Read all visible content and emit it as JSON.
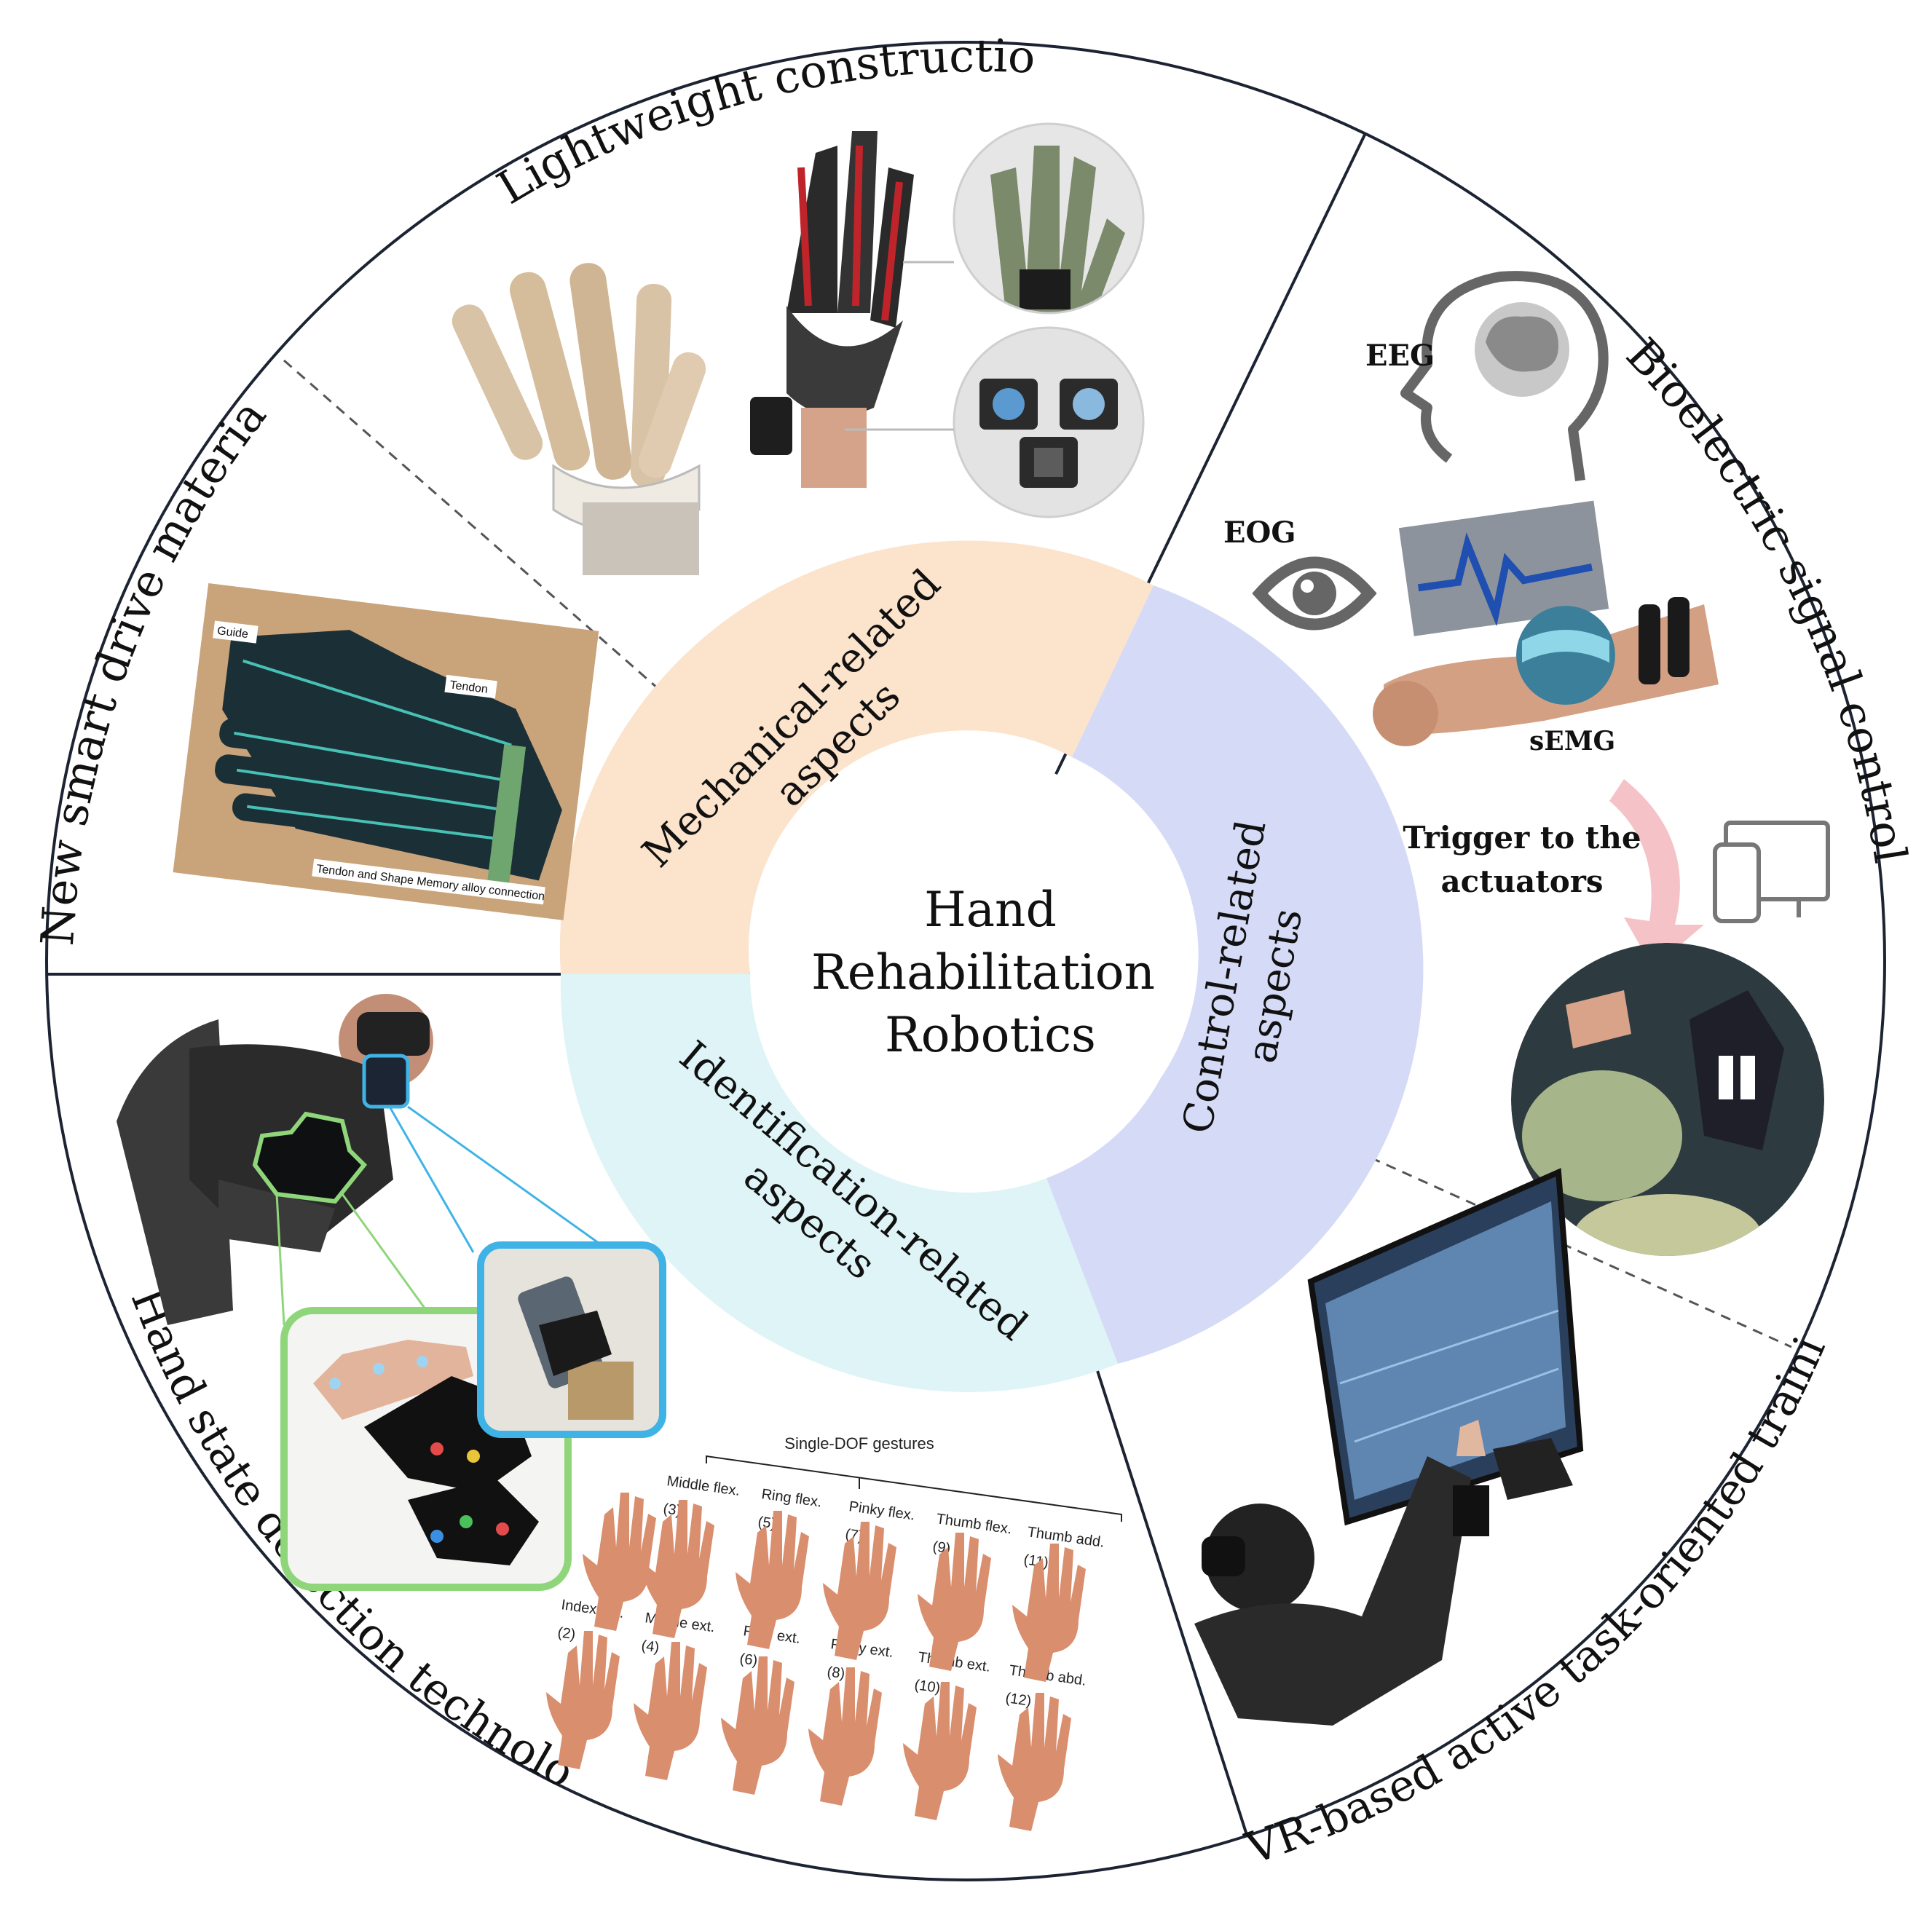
{
  "center": {
    "line1": "Hand",
    "line2": "Rehabilitation",
    "line3": "Robotics"
  },
  "aspects": {
    "mechanical": {
      "line1": "Mechanical-related",
      "line2": "aspects",
      "color": "#fbe3cc"
    },
    "control": {
      "line1": "Control-related",
      "line2": "aspects",
      "color": "#d5daf7"
    },
    "identification": {
      "line1": "Identification-related",
      "line2": "aspects",
      "color": "#def4f6"
    }
  },
  "outer_labels": {
    "lightweight": "Lightweight construction",
    "smart_drive": "New smart drive materials",
    "bioelectric": "Bioelectric signal control",
    "vr_training": "VR-based active task-oriented training",
    "hand_state": "Hand state detection technology"
  },
  "signals": {
    "eeg": "EEG",
    "eog": "EOG",
    "semg": "sEMG",
    "trigger_line1": "Trigger to the",
    "trigger_line2": "actuators"
  },
  "glove_photo": {
    "guide": "Guide",
    "tendon": "Tendon",
    "connection": "Tendon and Shape Memory alloy connection"
  },
  "gestures": {
    "header": "Single-DOF gestures",
    "row1": [
      "Middle flex.",
      "Ring flex.",
      "Pinky flex.",
      "Thumb flex.",
      "Thumb add."
    ],
    "row1_nums": [
      "(3)",
      "(5)",
      "(7)",
      "(9)",
      "(11)"
    ],
    "row2": [
      "Index ext.",
      "Middle ext.",
      "Ring ext.",
      "Pinky ext.",
      "Thumb ext.",
      "Thumb abd."
    ],
    "row2_nums": [
      "(2)",
      "(4)",
      "(6)",
      "(8)",
      "(10)",
      "(12)"
    ]
  },
  "colors": {
    "outline": "#1c2333",
    "hand_skin": "#d98e6e",
    "glove_dark": "#1b2f36",
    "pulse_blue": "#1f4fb0",
    "green_frame": "#8fd67a",
    "blue_frame": "#3fb3e6"
  }
}
